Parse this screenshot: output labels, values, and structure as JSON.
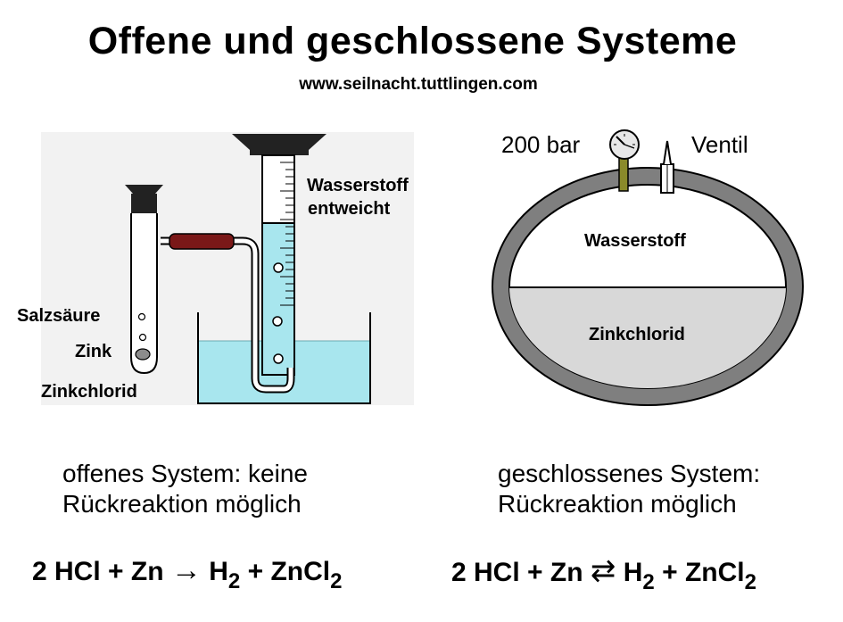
{
  "title": "Offene und geschlossene Systeme",
  "url": "www.seilnacht.tuttlingen.com",
  "open_apparatus": {
    "label_hydrogen_line1": "Wasserstoff",
    "label_hydrogen_line2": "entweicht",
    "label_acid": "Salzsäure",
    "label_zinc": "Zink",
    "label_zinc_chloride": "Zinkchlorid"
  },
  "closed_apparatus": {
    "label_pressure": "200 bar",
    "label_valve": "Ventil",
    "label_hydrogen": "Wasserstoff",
    "label_zinc_chloride": "Zinkchlorid"
  },
  "captions": {
    "open_line1": "offenes System: keine",
    "open_line2": "Rückreaktion möglich",
    "closed_line1": "geschlossenes System:",
    "closed_line2": "Rückreaktion möglich"
  },
  "equations": {
    "open": {
      "lhs": "2 HCl + Zn",
      "arrow": "→",
      "product1": "H",
      "product1_sub": "2",
      "plus": "+",
      "product2": "ZnCl",
      "product2_sub": "2"
    },
    "closed": {
      "lhs": "2 HCl + Zn",
      "arrow": "⇄",
      "product1": "H",
      "product1_sub": "2",
      "plus": "+",
      "product2": "ZnCl",
      "product2_sub": "2"
    }
  },
  "colors": {
    "water": "#a8e6ee",
    "hose": "#7a1818",
    "vessel_wall": "#7f7f7f",
    "liquid_gray": "#d8d8d8",
    "panel_bg": "#f2f2f2"
  }
}
